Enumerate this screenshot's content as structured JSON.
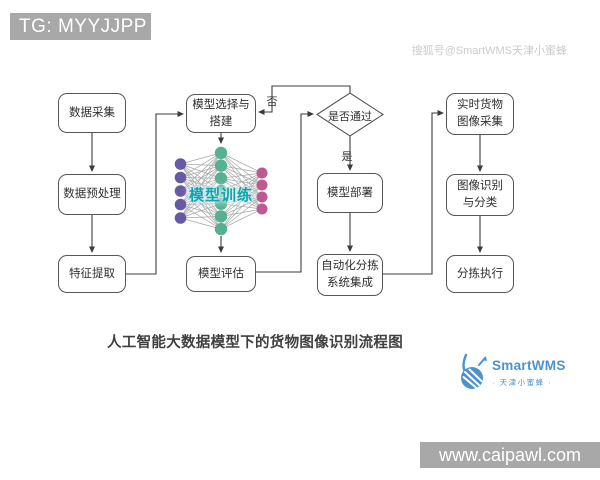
{
  "watermarks": {
    "tg_badge": "TG: MYYJJPP",
    "sohu": "搜狐号@SmartWMS天津小蜜蜂",
    "url_bar": "www.caipawl.com"
  },
  "flowchart": {
    "title": "人工智能大数据模型下的货物图像识别流程图",
    "nodes": {
      "data_collection": "数据采集",
      "data_preprocessing": "数据预处理",
      "feature_extraction": "特征提取",
      "model_selection": "模型选择与搭建",
      "model_evaluation": "模型评估",
      "decision_pass": "是否通过",
      "branch_no": "否",
      "branch_yes": "是",
      "model_deployment": "模型部署",
      "sorting_integration": "自动化分拣\n系统集成",
      "realtime_capture": "实时货物\n图像采集",
      "image_recognition": "图像识别\n与分类",
      "sorting_execution": "分拣执行"
    }
  },
  "network": {
    "label": "模型训练",
    "layers": [
      {
        "name": "input-layer",
        "count": 5,
        "color": "#665ba3"
      },
      {
        "name": "hidden-layer",
        "count": 7,
        "color": "#56b191"
      },
      {
        "name": "output-layer",
        "count": 4,
        "color": "#bd5a90"
      }
    ],
    "edge_color": "#a6a6a6"
  },
  "logo": {
    "name": "SmartWMS",
    "subtitle": "· 天津小蜜蜂 ·",
    "color": "#4e92cc"
  },
  "colors": {
    "bar_gray": "#a8a8a8",
    "line": "#3c3c3c",
    "box_border": "#565656",
    "watermark": "#cbcbcb",
    "training_label": "#0fa3ab"
  }
}
